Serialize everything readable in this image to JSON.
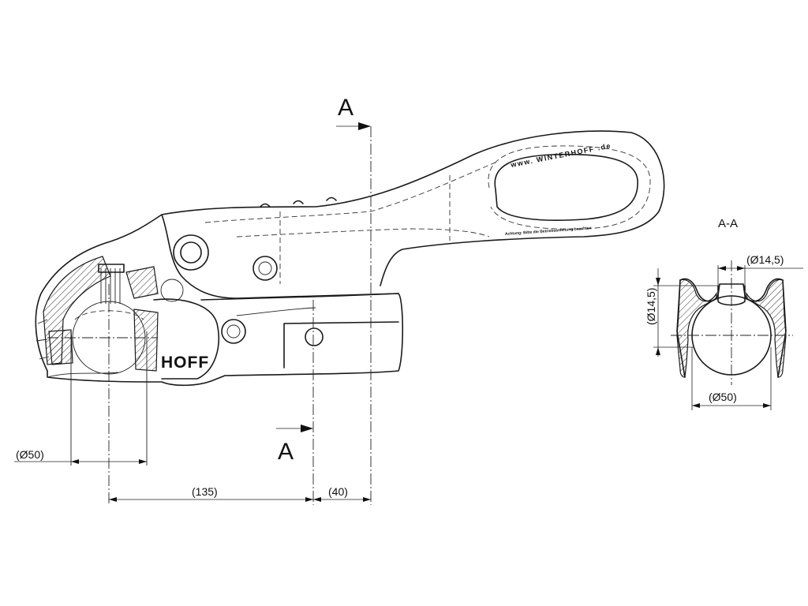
{
  "section": {
    "marker_top": "A",
    "marker_bottom": "A",
    "view_title": "A-A"
  },
  "handle": {
    "brand_text": "www. WINTERHOFF .de",
    "notice_text": "Achtung: Bitte die Betriebsanleitung beachten",
    "body_logo": "HOFF"
  },
  "dimensions": {
    "ball_dia_left": "(Ø50)",
    "length_135": "(135)",
    "length_40": "(40)",
    "section_bore_h": "(Ø14,5)",
    "section_bore_v": "(Ø14,5)",
    "section_ball_dia": "(Ø50)"
  }
}
